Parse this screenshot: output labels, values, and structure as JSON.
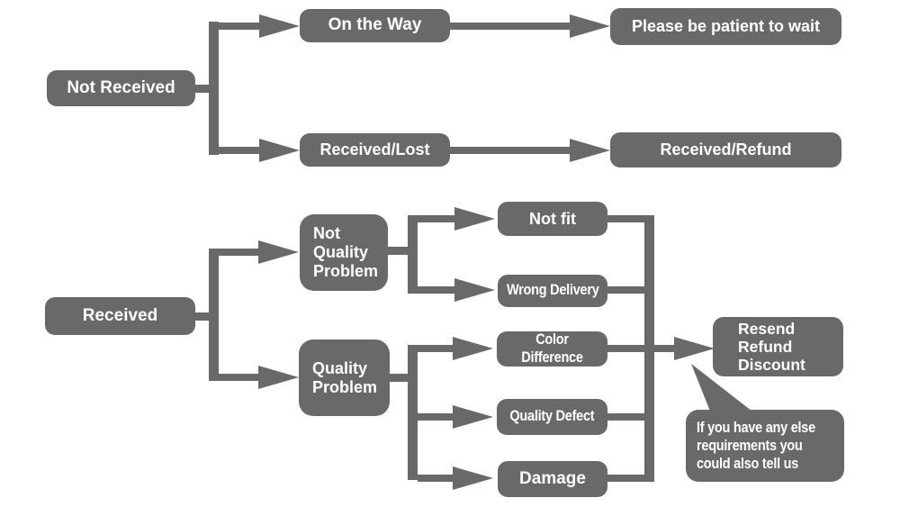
{
  "diagram": {
    "title": "Order dispute resolution flowchart",
    "background_color": "#ffffff",
    "node_color": "#696969",
    "text_color": "#ffffff",
    "nodes": {
      "not_received": {
        "label": "Not Received"
      },
      "on_the_way": {
        "label": "On the Way"
      },
      "please_wait": {
        "label": "Please be patient to wait"
      },
      "received_lost": {
        "label": "Received/Lost"
      },
      "received_refund": {
        "label": "Received/Refund"
      },
      "received": {
        "label": "Received"
      },
      "not_quality_problem": {
        "label": "Not\nQuality\nProblem"
      },
      "quality_problem": {
        "label": "Quality\nProblem"
      },
      "not_fit": {
        "label": "Not fit"
      },
      "wrong_delivery": {
        "label": "Wrong Delivery"
      },
      "color_difference": {
        "label": "Color Difference"
      },
      "quality_defect": {
        "label": "Quality Defect"
      },
      "damage": {
        "label": "Damage"
      },
      "resend_refund_discount": {
        "label": "Resend\nRefund\nDiscount"
      },
      "note_bubble": {
        "label": "If you have any else\nrequirements you\ncould also tell us"
      }
    },
    "edges": [
      "Not Received -> On the Way",
      "Not Received -> Received/Lost",
      "On the Way -> Please be patient to wait",
      "Received/Lost -> Received/Refund",
      "Received -> Not Quality Problem",
      "Received -> Quality Problem",
      "Not Quality Problem -> Not fit",
      "Not Quality Problem -> Wrong Delivery",
      "Quality Problem -> Color Difference",
      "Quality Problem -> Quality Defect",
      "Quality Problem -> Damage",
      "Not fit, Wrong Delivery, Color Difference, Quality Defect, Damage -> Resend Refund Discount"
    ]
  }
}
